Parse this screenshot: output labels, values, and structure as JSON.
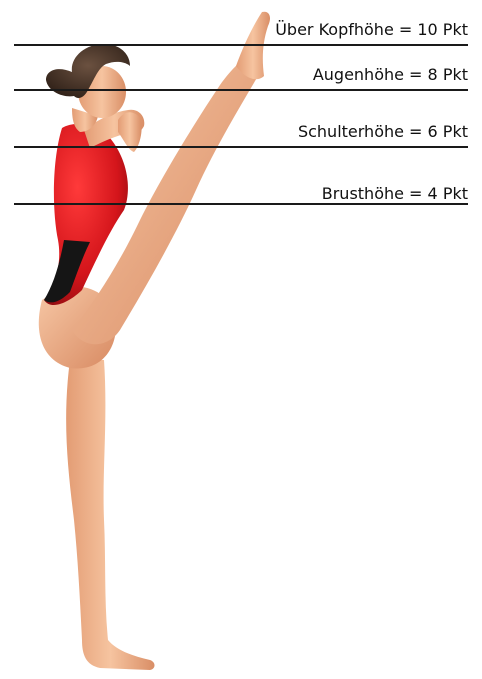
{
  "levels": [
    {
      "label": "Über Kopfhöhe = 10 Pkt"
    },
    {
      "label": "Augenhöhe = 8 Pkt"
    },
    {
      "label": "Schulterhöhe = 6 Pkt"
    },
    {
      "label": "Brusthöhe = 4 Pkt"
    }
  ],
  "colors": {
    "skin": "#f2b48f",
    "skin_shadow": "#d98e66",
    "leotard": "#d4151b",
    "leotard_shadow": "#8f0c10",
    "hair": "#3a2a20",
    "line": "#1a1a1a"
  }
}
